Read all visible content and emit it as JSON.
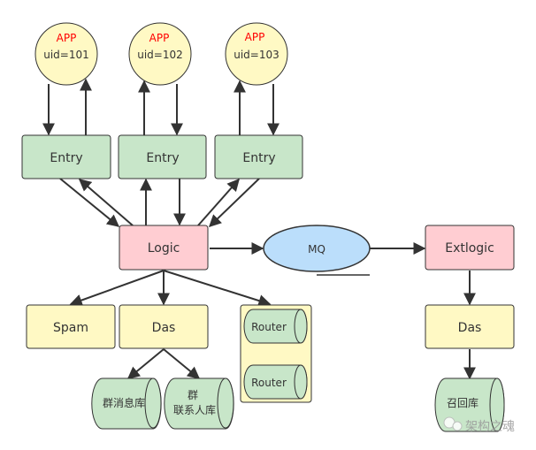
{
  "colors": {
    "app_fill": "#fff9c4",
    "entry_fill": "#c8e6c9",
    "logic_fill": "#ffcdd2",
    "mq_fill": "#bbdefb",
    "das_fill": "#fff9c4",
    "db_fill": "#c8e6c9",
    "app_label": "#ff0000",
    "stroke": "#333333"
  },
  "apps": [
    {
      "title": "APP",
      "uid": "uid=101"
    },
    {
      "title": "APP",
      "uid": "uid=102"
    },
    {
      "title": "APP",
      "uid": "uid=103"
    }
  ],
  "entries": [
    "Entry",
    "Entry",
    "Entry"
  ],
  "logic": "Logic",
  "mq": "MQ",
  "extlogic": "Extlogic",
  "spam": "Spam",
  "das_left": "Das",
  "das_right": "Das",
  "routers": [
    "Router",
    "Router"
  ],
  "dbs": {
    "group_msg": "群消息库",
    "group_contact_line1": "群",
    "group_contact_line2": "联系人库",
    "recall": "召回库"
  },
  "watermark": "架构之魂"
}
